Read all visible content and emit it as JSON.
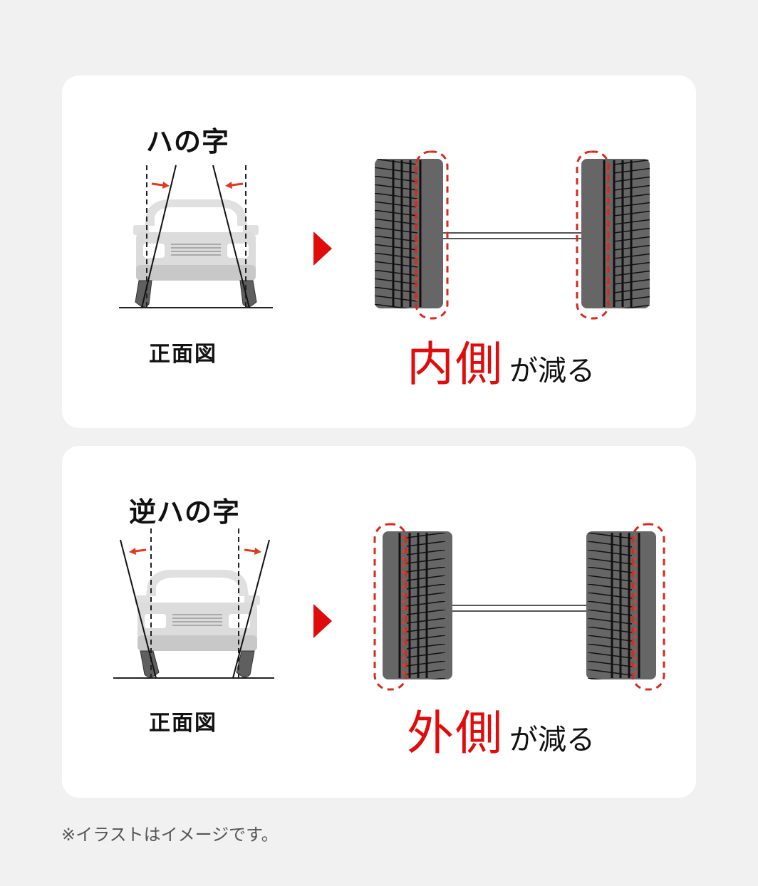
{
  "panels": [
    {
      "title": "ハの字",
      "view_caption": "正面図",
      "result": {
        "highlight": "内側",
        "rest": "が減る"
      },
      "wear_side": "inner",
      "arrow_direction": "inward"
    },
    {
      "title": "逆ハの字",
      "view_caption": "正面図",
      "result": {
        "highlight": "外側",
        "rest": "が減る"
      },
      "wear_side": "outer",
      "arrow_direction": "outward"
    }
  ],
  "footnote": "※イラストはイメージです。",
  "colors": {
    "background": "#f1f1f1",
    "card": "#ffffff",
    "accent_red": "#e00b0b",
    "tire_gray": "#5f5f5f",
    "car_body": "#d9d9d9"
  }
}
